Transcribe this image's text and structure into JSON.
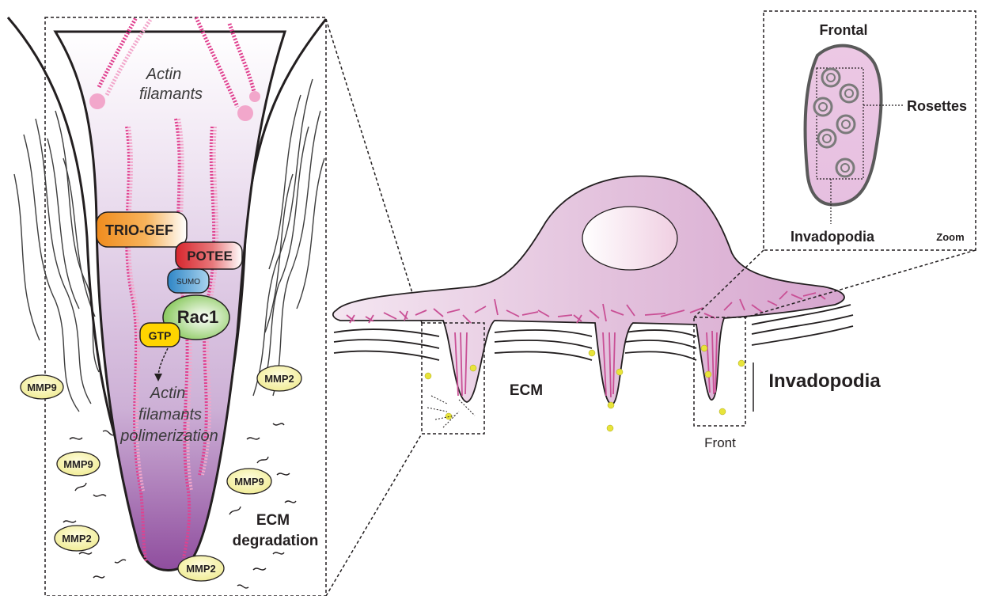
{
  "labels": {
    "actin_line1": "Actin",
    "actin_line2": "filamants",
    "trio_gef": "TRIO-GEF",
    "potee": "POTEE",
    "sumo": "SUMO",
    "rac1": "Rac1",
    "gtp": "GTP",
    "poly_line1": "Actin",
    "poly_line2": "filamants",
    "poly_line3": "polimerization",
    "mmp9": "MMP9",
    "mmp2": "MMP2",
    "ecm_degr_line1": "ECM",
    "ecm_degr_line2": "degradation",
    "ecm": "ECM",
    "invadopodia_main": "Invadopodia",
    "front": "Front",
    "frontal": "Frontal",
    "rosettes": "Rosettes",
    "invadopodia_small": "Invadopodia",
    "zoom": "Zoom"
  },
  "colors": {
    "actin": "#e0418f",
    "actin_light": "#f2a7cb",
    "trio_gef": "#f08c1e",
    "potee": "#d7262d",
    "sumo": "#4a9fd5",
    "rac1": "#76c043",
    "gtp": "#ffd500",
    "mmp": "#f3ef9d",
    "cell_body": "#e6c6df",
    "invadopodium_bottom": "#9d5ca8",
    "stroke": "#231f20"
  },
  "icons": {
    "rosette": "rosette-icon",
    "mmp_particle": "mmp-dot-icon"
  }
}
